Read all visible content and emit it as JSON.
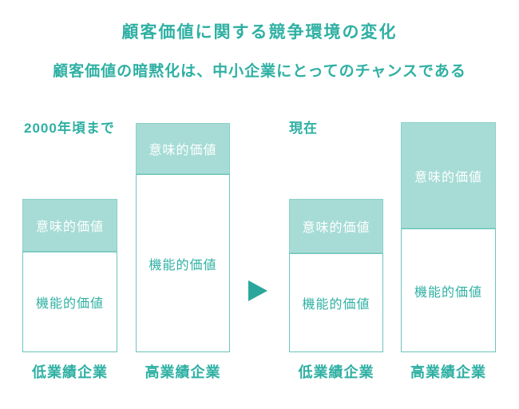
{
  "header": {
    "title": "顧客価値に関する競争環境の変化",
    "subtitle": "顧客価値の暗黙化は、中小企業にとってのチャンスである"
  },
  "colors": {
    "accent_text": "#2fb0a3",
    "segment_fill": "#a7dcd6",
    "segment_fill_border": "#8ad0c8",
    "segment_outline_border": "#6cc5bb",
    "segment_text_on_fill": "#ffffff",
    "arrow": "#2aa79a",
    "background": "#ffffff"
  },
  "arrow": {
    "icon": "right-pointing-triangle"
  },
  "panels": [
    {
      "period_label": "2000年頃まで",
      "bars": [
        {
          "company_label": "低業績企業",
          "segments": [
            {
              "label": "意味的価値",
              "style": "filled"
            },
            {
              "label": "機能的価値",
              "style": "outlined"
            }
          ]
        },
        {
          "company_label": "高業績企業",
          "segments": [
            {
              "label": "意味的価値",
              "style": "filled"
            },
            {
              "label": "機能的価値",
              "style": "outlined"
            }
          ]
        }
      ]
    },
    {
      "period_label": "現在",
      "bars": [
        {
          "company_label": "低業績企業",
          "segments": [
            {
              "label": "意味的価値",
              "style": "filled"
            },
            {
              "label": "機能的価値",
              "style": "outlined"
            }
          ]
        },
        {
          "company_label": "高業績企業",
          "segments": [
            {
              "label": "意味的価値",
              "style": "filled"
            },
            {
              "label": "機能的価値",
              "style": "outlined"
            }
          ]
        }
      ]
    }
  ],
  "chart_data": {
    "type": "bar",
    "subtype": "conceptual-stacked-comparison",
    "title": "顧客価値に関する競争環境の変化",
    "subtitle": "顧客価値の暗黙化は、中小企業にとってのチャンスである",
    "axes": "none",
    "legend": "none",
    "groups": [
      {
        "period": "2000年頃まで",
        "bars": [
          {
            "company": "低業績企業",
            "total_relative_height": 191,
            "segments": [
              {
                "name": "意味的価値",
                "relative_height": 66
              },
              {
                "name": "機能的価値",
                "relative_height": 125
              }
            ]
          },
          {
            "company": "高業績企業",
            "total_relative_height": 286,
            "segments": [
              {
                "name": "意味的価値",
                "relative_height": 64
              },
              {
                "name": "機能的価値",
                "relative_height": 222
              }
            ]
          }
        ]
      },
      {
        "period": "現在",
        "bars": [
          {
            "company": "低業績企業",
            "total_relative_height": 191,
            "segments": [
              {
                "name": "意味的価値",
                "relative_height": 68
              },
              {
                "name": "機能的価値",
                "relative_height": 123
              }
            ]
          },
          {
            "company": "高業績企業",
            "total_relative_height": 287,
            "segments": [
              {
                "name": "意味的価値",
                "relative_height": 133
              },
              {
                "name": "機能的価値",
                "relative_height": 154
              }
            ]
          }
        ]
      }
    ]
  }
}
